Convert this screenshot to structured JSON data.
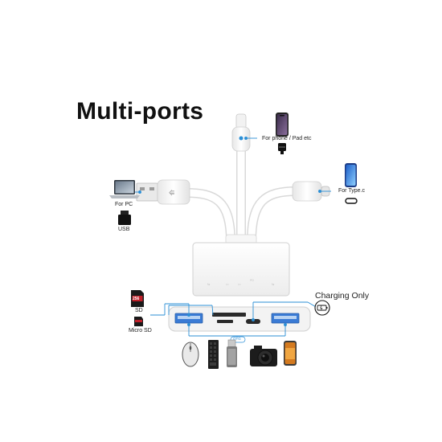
{
  "title": "Multi-ports",
  "labels": {
    "phone_pad": "For phone / Pad etc",
    "type_c": "For Type.c",
    "for_pc": "For PC",
    "usb": "USB",
    "charging_only": "Charging Only",
    "sd": "SD",
    "micro_sd": "Micro SD"
  },
  "sd_card_text": "256",
  "otg_text": "OTG",
  "colors": {
    "accent": "#2b8fd6",
    "cable": "#f4f4f4",
    "usb_port_blue": "#3a7bd5",
    "text": "#111111"
  },
  "icons": [
    "smartphone-icon",
    "lightning-adapter-icon",
    "type-c-phone-icon",
    "type-c-port-icon",
    "laptop-icon",
    "usb-adapter-icon",
    "sd-card-icon",
    "micro-sd-card-icon",
    "battery-charge-icon",
    "mouse-icon",
    "keyboard-icon",
    "usb-flash-drive-icon",
    "camera-icon",
    "phone-icon"
  ]
}
